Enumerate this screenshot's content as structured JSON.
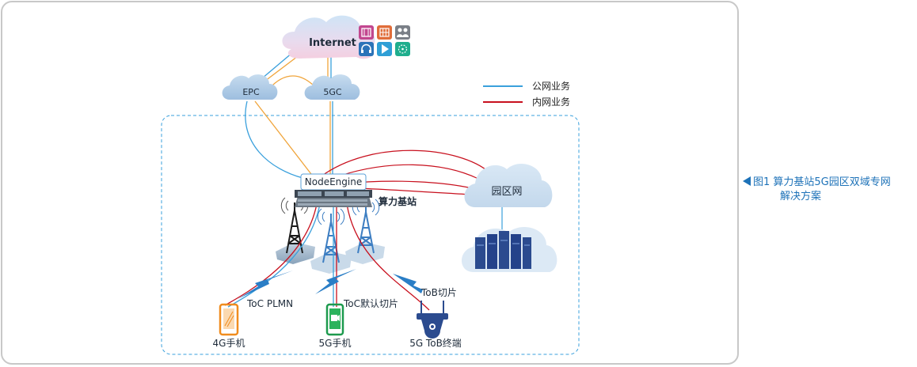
{
  "diagram": {
    "internet_label": "Internet",
    "epc_label": "EPC",
    "fivegc_label": "5GC",
    "legend": {
      "public_label": "公网业务",
      "private_label": "内网业务",
      "public_color": "#3aa0dc",
      "private_color": "#c8101e"
    },
    "nodeengine_label": "NodeEngine",
    "base_station_label": "算力基站",
    "campus_label": "园区网",
    "toc_plmn_label": "ToC PLMN",
    "toc_default_label": "ToC默认切片",
    "tob_slice_label": "ToB切片",
    "phone4g_label": "4G手机",
    "phone5g_label": "5G手机",
    "tob_terminal_label": "5G ToB终端",
    "internet_app_icons": [
      "film-icon",
      "grid-icon",
      "people-icon",
      "headset-icon",
      "play-icon",
      "compass-icon"
    ]
  },
  "caption": {
    "line1": "图1  算力基站5G园区双域专网",
    "line2": "解决方案"
  }
}
